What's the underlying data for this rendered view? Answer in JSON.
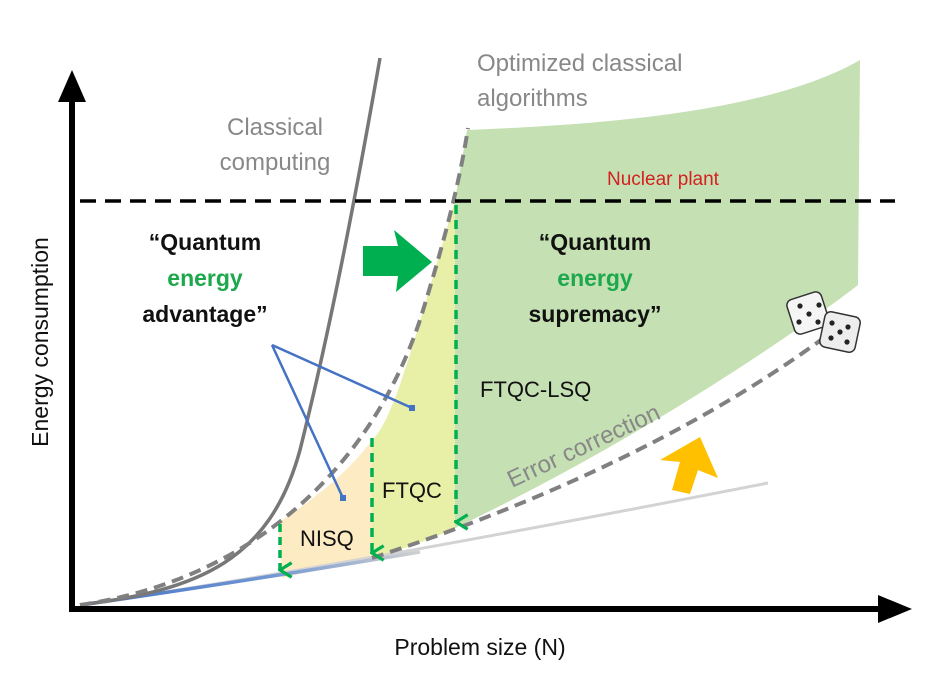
{
  "axes": {
    "x_label": "Problem size (N)",
    "y_label": "Energy consumption"
  },
  "labels": {
    "classical_line1": "Classical",
    "classical_line2": "computing",
    "optimized_line1": "Optimized classical",
    "optimized_line2": "algorithms",
    "nuclear_plant": "Nuclear plant",
    "advantage_line1": "“Quantum",
    "advantage_line2": "energy",
    "advantage_line3": "advantage”",
    "supremacy_line1": "“Quantum",
    "supremacy_line2": "energy",
    "supremacy_line3": "supremacy”",
    "ftqc_lsq": "FTQC-LSQ",
    "ftqc": "FTQC",
    "nisq": "NISQ",
    "error_correction": "Error correction"
  },
  "colors": {
    "axis": "#000000",
    "classical_curve": "#777777",
    "dashed_curves": "#808080",
    "nuclear_line": "#000000",
    "supremacy_region": "#c5e0b3",
    "ftqc_region": "#e8efa6",
    "nisq_region": "#fdebc4",
    "green_arrow": "#00b050",
    "green_text": "#1ca84b",
    "orange_arrow": "#ffc000",
    "pointer_lines": "#4472c4",
    "nuclear_text": "#d42020",
    "baseline_light": "#d0d0d0"
  },
  "icons": [
    "dice-icon",
    "green-right-arrow-icon",
    "orange-up-arrow-icon"
  ]
}
